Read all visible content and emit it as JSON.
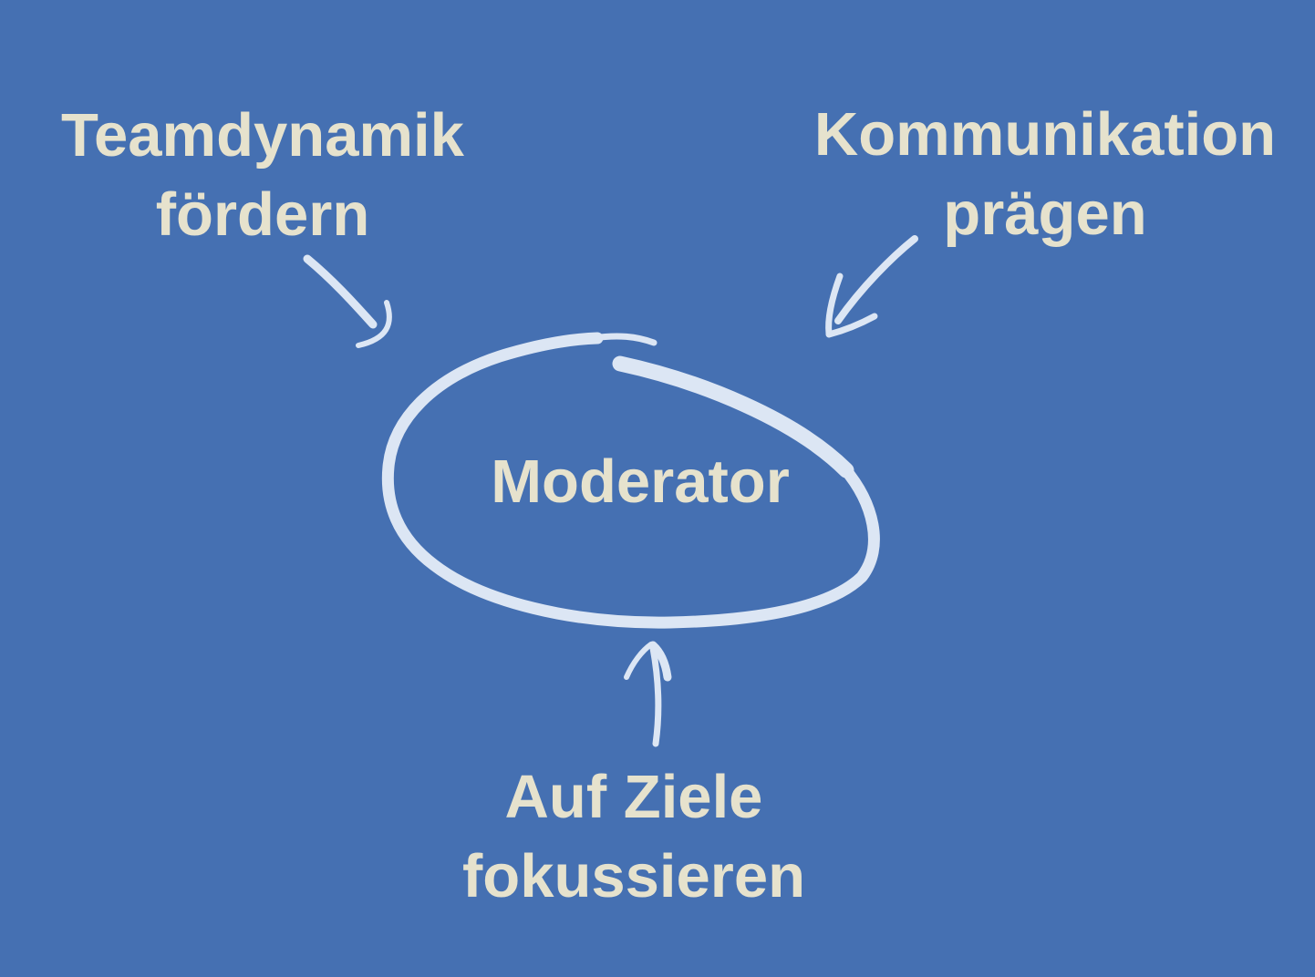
{
  "canvas": {
    "background_color": "#4570B2",
    "sketch_stroke_color": "#DCE6F4",
    "text_color": "#E6E2CD"
  },
  "labels": {
    "top_left": {
      "line1": "Teamdynamik",
      "line2": "fördern"
    },
    "top_right": {
      "line1": "Kommunikation",
      "line2": "prägen"
    },
    "center": {
      "text": "Moderator"
    },
    "bottom": {
      "line1": "Auf Ziele",
      "line2": "fokussieren"
    }
  },
  "icons": {
    "ellipse_loop": "hand-drawn loop circling the Moderator label",
    "arrow_top_left": "hand-drawn arrow pointing down-right from Teamdynamik fördern to the loop",
    "arrow_top_right": "hand-drawn arrow pointing down-left from Kommunikation prägen to the loop",
    "arrow_bottom": "hand-drawn arrow pointing up from Auf Ziele fokussieren to the loop"
  }
}
